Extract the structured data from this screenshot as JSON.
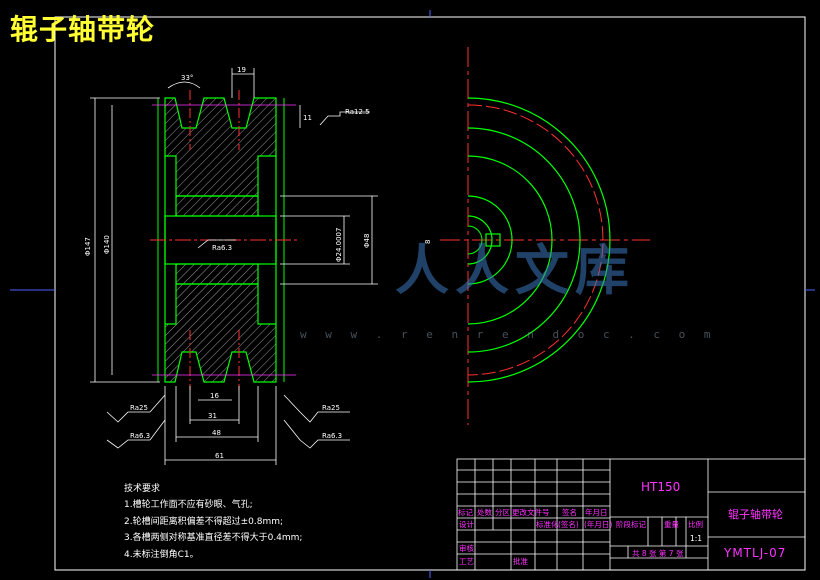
{
  "title": "辊子轴带轮",
  "dimensions": {
    "angle": "33°",
    "top_width": "19",
    "roughness_top": "Ra12.5",
    "top_small": "11",
    "dia_outer": "Φ147",
    "dia_pitch": "Φ140",
    "dia_bore": "Φ24.0007",
    "dia_hub": "Φ48",
    "bore_ra": "Ra6.3",
    "groove_bottom": "16",
    "width_31": "31",
    "width_48": "48",
    "width_61": "61",
    "ra_left_1": "Ra25",
    "ra_left_2": "Ra6.3",
    "ra_right_1": "Ra25",
    "ra_right_2": "Ra6.3",
    "keyway": "8"
  },
  "notes": {
    "heading": "技术要求",
    "items": [
      "1.槽轮工作面不应有砂眼、气孔;",
      "2.轮槽间距离积偏差不得超过±0.8mm;",
      "3.各槽两侧对称基准直径差不得大于0.4mm;",
      "4.未标注倒角C1。"
    ]
  },
  "title_block": {
    "material": "HT150",
    "part_name": "辊子轴带轮",
    "drawing_no": "YMTLJ-07",
    "scale": "1:1",
    "sheets": "共 8 张 第 7 张",
    "row_headers": [
      "标记",
      "处数",
      "分区",
      "更改文件号",
      "签名",
      "年月日"
    ],
    "design": "设计",
    "std": "标准化",
    "sign": "(签名)",
    "date": "(年月日)",
    "stage_mark": "阶段标记",
    "weight": "重量",
    "scale_label": "比例",
    "review": "审核",
    "process": "工艺",
    "approve": "批准"
  },
  "watermark": {
    "text": "人人文库",
    "url": "w w w . r e n r e n d o c . c o m"
  },
  "colors": {
    "frame": "#ffffff",
    "outline": "#00ff00",
    "center": "#ff3030",
    "dimension": "#ffffff",
    "title": "#ffff33",
    "magenta": "#ff33ff"
  }
}
